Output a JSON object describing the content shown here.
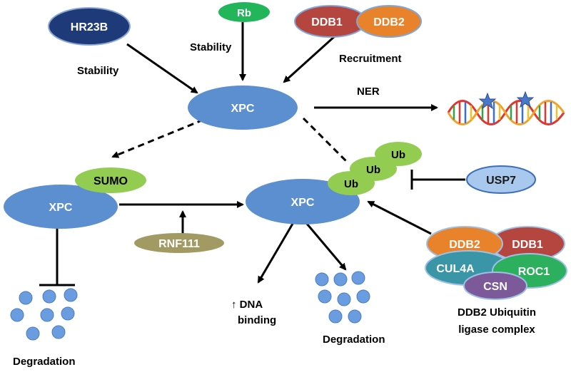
{
  "nodes": {
    "hr23b": "HR23B",
    "rb": "Rb",
    "ddb1_top": "DDB1",
    "ddb2_top": "DDB2",
    "xpc_center": "XPC",
    "sumo": "SUMO",
    "xpc_left": "XPC",
    "xpc_mid": "XPC",
    "ub1": "Ub",
    "ub2": "Ub",
    "ub3": "Ub",
    "usp7": "USP7",
    "rnf111": "RNF111",
    "ddb2_complex": "DDB2",
    "ddb1_complex": "DDB1",
    "cul4a": "CUL4A",
    "roc1": "ROC1",
    "csn": "CSN"
  },
  "labels": {
    "stability_left": "Stability",
    "stability_top": "Stability",
    "recruitment": "Recruitment",
    "ner": "NER",
    "dna_binding_line1": "↑ DNA",
    "dna_binding_line2": "binding",
    "degradation_mid": "Degradation",
    "degradation_left": "Degradation",
    "complex_line1": "DDB2 Ubiquitin",
    "complex_line2": "ligase complex"
  },
  "colors": {
    "xpc": "#5b8fd0",
    "hr23b": "#1f3a78",
    "rb": "#22b55a",
    "ddb1": "#b5453f",
    "ddb2": "#e8832b",
    "green_protein": "#92cd52",
    "usp7": "#a8c8ee",
    "rnf111": "#a29a63",
    "cul4a": "#3a96a6",
    "roc1": "#2db05e",
    "csn": "#7c5a99",
    "degradation_dots": "#6a9ce0"
  }
}
